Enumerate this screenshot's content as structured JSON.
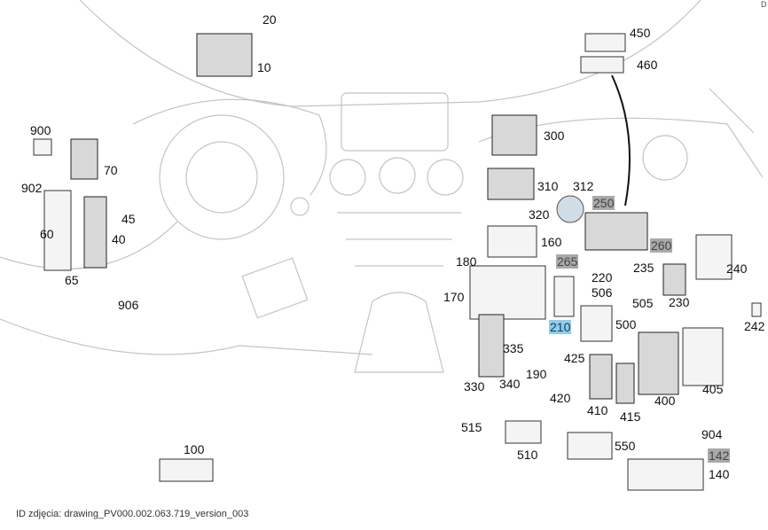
{
  "corner_mark": "D",
  "caption": "ID zdjęcia: drawing_PV000.002.063.719_version_003",
  "colors": {
    "highlight_gray": "#a9a9a9",
    "highlight_blue": "#8ccfe6"
  },
  "callouts": {
    "c20": "20",
    "c10": "10",
    "c450": "450",
    "c460": "460",
    "c900": "900",
    "c70": "70",
    "c902": "902",
    "c45": "45",
    "c60": "60",
    "c40": "40",
    "c65": "65",
    "c906": "906",
    "c300": "300",
    "c310": "310",
    "c312": "312",
    "c250": "250",
    "c320": "320",
    "c160": "160",
    "c260": "260",
    "c180": "180",
    "c265": "265",
    "c220": "220",
    "c235": "235",
    "c240": "240",
    "c170": "170",
    "c506": "506",
    "c505": "505",
    "c230": "230",
    "c210": "210",
    "c500": "500",
    "c242": "242",
    "c335": "335",
    "c425": "425",
    "c190": "190",
    "c330": "330",
    "c340": "340",
    "c405": "405",
    "c420": "420",
    "c400": "400",
    "c410": "410",
    "c415": "415",
    "c904": "904",
    "c515": "515",
    "c550": "550",
    "c510": "510",
    "c142": "142",
    "c100": "100",
    "c140": "140"
  }
}
